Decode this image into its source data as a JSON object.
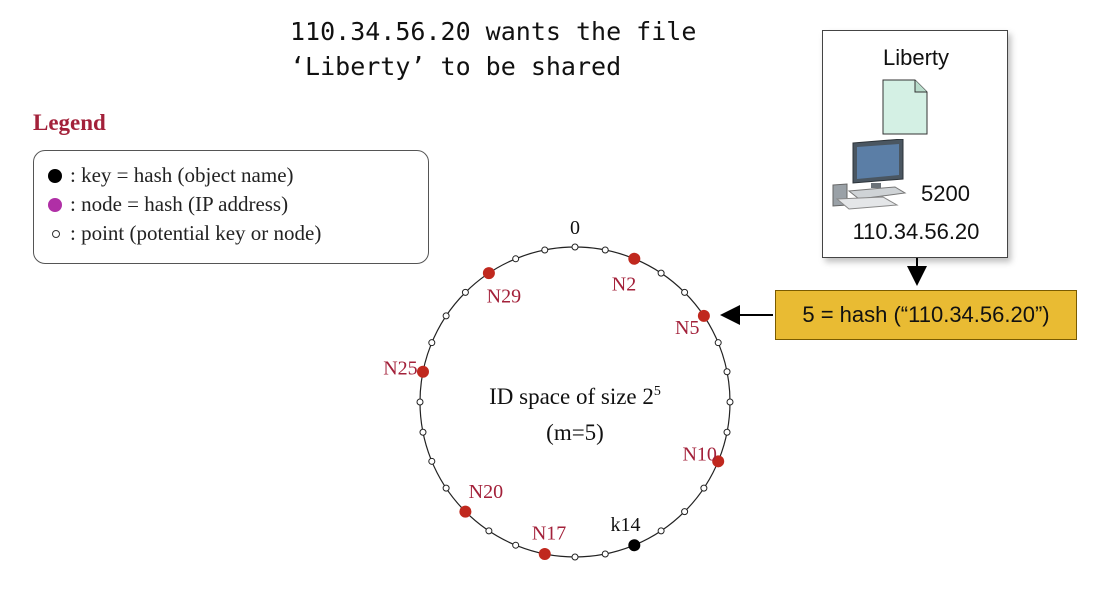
{
  "heading": {
    "line1": "110.34.56.20 wants the file",
    "line2": "‘Liberty’ to be shared"
  },
  "legend": {
    "title": "Legend",
    "items": [
      {
        "type": "key",
        "text": ": key = hash (object name)",
        "color": "#000000"
      },
      {
        "type": "node",
        "text": ": node = hash (IP address)",
        "color": "#b02fa6"
      },
      {
        "type": "point",
        "text": ": point (potential key or node)",
        "color": "#ffffff"
      }
    ]
  },
  "host": {
    "file_label": "Liberty",
    "port": "5200",
    "ip": "110.34.56.20",
    "file_icon": "document-icon",
    "computer_icon": "computer-icon"
  },
  "hash_box": {
    "text": "5 = hash (“110.34.56.20”)",
    "color": "#e9bb33"
  },
  "ring": {
    "size": 32,
    "zero_label": "0",
    "center_line1": "ID space of size 2",
    "center_superscript": "5",
    "center_line2": "(m=5)",
    "node_color": "#c0281e",
    "key_color": "#000000",
    "nodes": [
      {
        "id": 2,
        "label": "N2"
      },
      {
        "id": 5,
        "label": "N5"
      },
      {
        "id": 10,
        "label": "N10"
      },
      {
        "id": 17,
        "label": "N17"
      },
      {
        "id": 20,
        "label": "N20"
      },
      {
        "id": 25,
        "label": "N25"
      },
      {
        "id": 29,
        "label": "N29"
      }
    ],
    "keys": [
      {
        "id": 14,
        "label": "k14"
      }
    ]
  }
}
